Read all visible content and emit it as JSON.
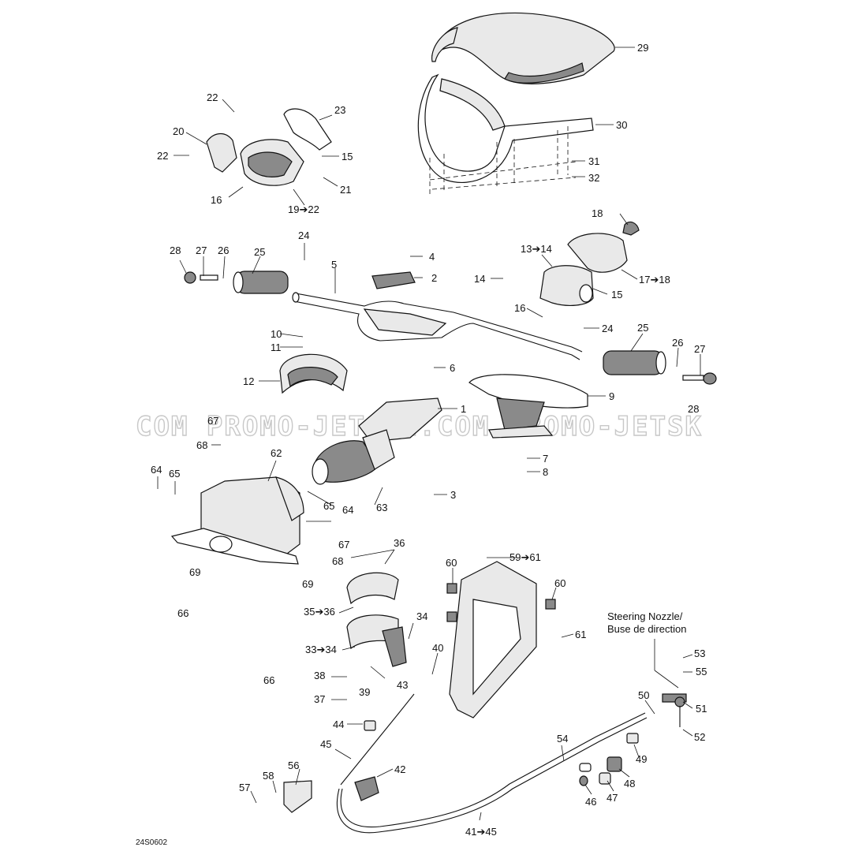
{
  "watermark": "COM PROMO-JETSKI.COM PROMO-JETSK",
  "drawing_code": "24S0602",
  "nozzle_caption": {
    "line1": "Steering Nozzle/",
    "line2": "Buse de direction"
  },
  "callouts": {
    "c29": "29",
    "c30": "30",
    "c31": "31",
    "c32": "32",
    "c22a": "22",
    "c22b": "22",
    "c23": "23",
    "c20": "20",
    "c15a": "15",
    "c21": "21",
    "c16a": "16",
    "c19_22": "19➔22",
    "c18": "18",
    "c13_14": "13➔14",
    "c14": "14",
    "c17_18": "17➔18",
    "c15b": "15",
    "c16b": "16",
    "c24a": "24",
    "c24b": "24",
    "c28a": "28",
    "c27a": "27",
    "c26a": "26",
    "c25a": "25",
    "c5": "5",
    "c4": "4",
    "c2": "2",
    "c25b": "25",
    "c26b": "26",
    "c27b": "27",
    "c28b": "28",
    "c10": "10",
    "c11": "11",
    "c12": "12",
    "c6": "6",
    "c9": "9",
    "c1": "1",
    "c67a": "67",
    "c68a": "68",
    "c62": "62",
    "c64a": "64",
    "c65a": "65",
    "c7": "7",
    "c8": "8",
    "c3": "3",
    "c63": "63",
    "c65b": "65",
    "c64b": "64",
    "c67b": "67",
    "c68b": "68",
    "c36": "36",
    "c59_61": "59➔61",
    "c60a": "60",
    "c60b": "60",
    "c69a": "69",
    "c69b": "69",
    "c66a": "66",
    "c66b": "66",
    "c35_36": "35➔36",
    "c34": "34",
    "c33_34": "33➔34",
    "c61": "61",
    "c40": "40",
    "c38": "38",
    "c39": "39",
    "c43": "43",
    "c37": "37",
    "c53": "53",
    "c55": "55",
    "c50": "50",
    "c51": "51",
    "c52": "52",
    "c44": "44",
    "c54": "54",
    "c49": "49",
    "c45": "45",
    "c42": "42",
    "c56": "56",
    "c58": "58",
    "c57": "57",
    "c48": "48",
    "c47": "47",
    "c46": "46",
    "c41_45": "41➔45"
  }
}
